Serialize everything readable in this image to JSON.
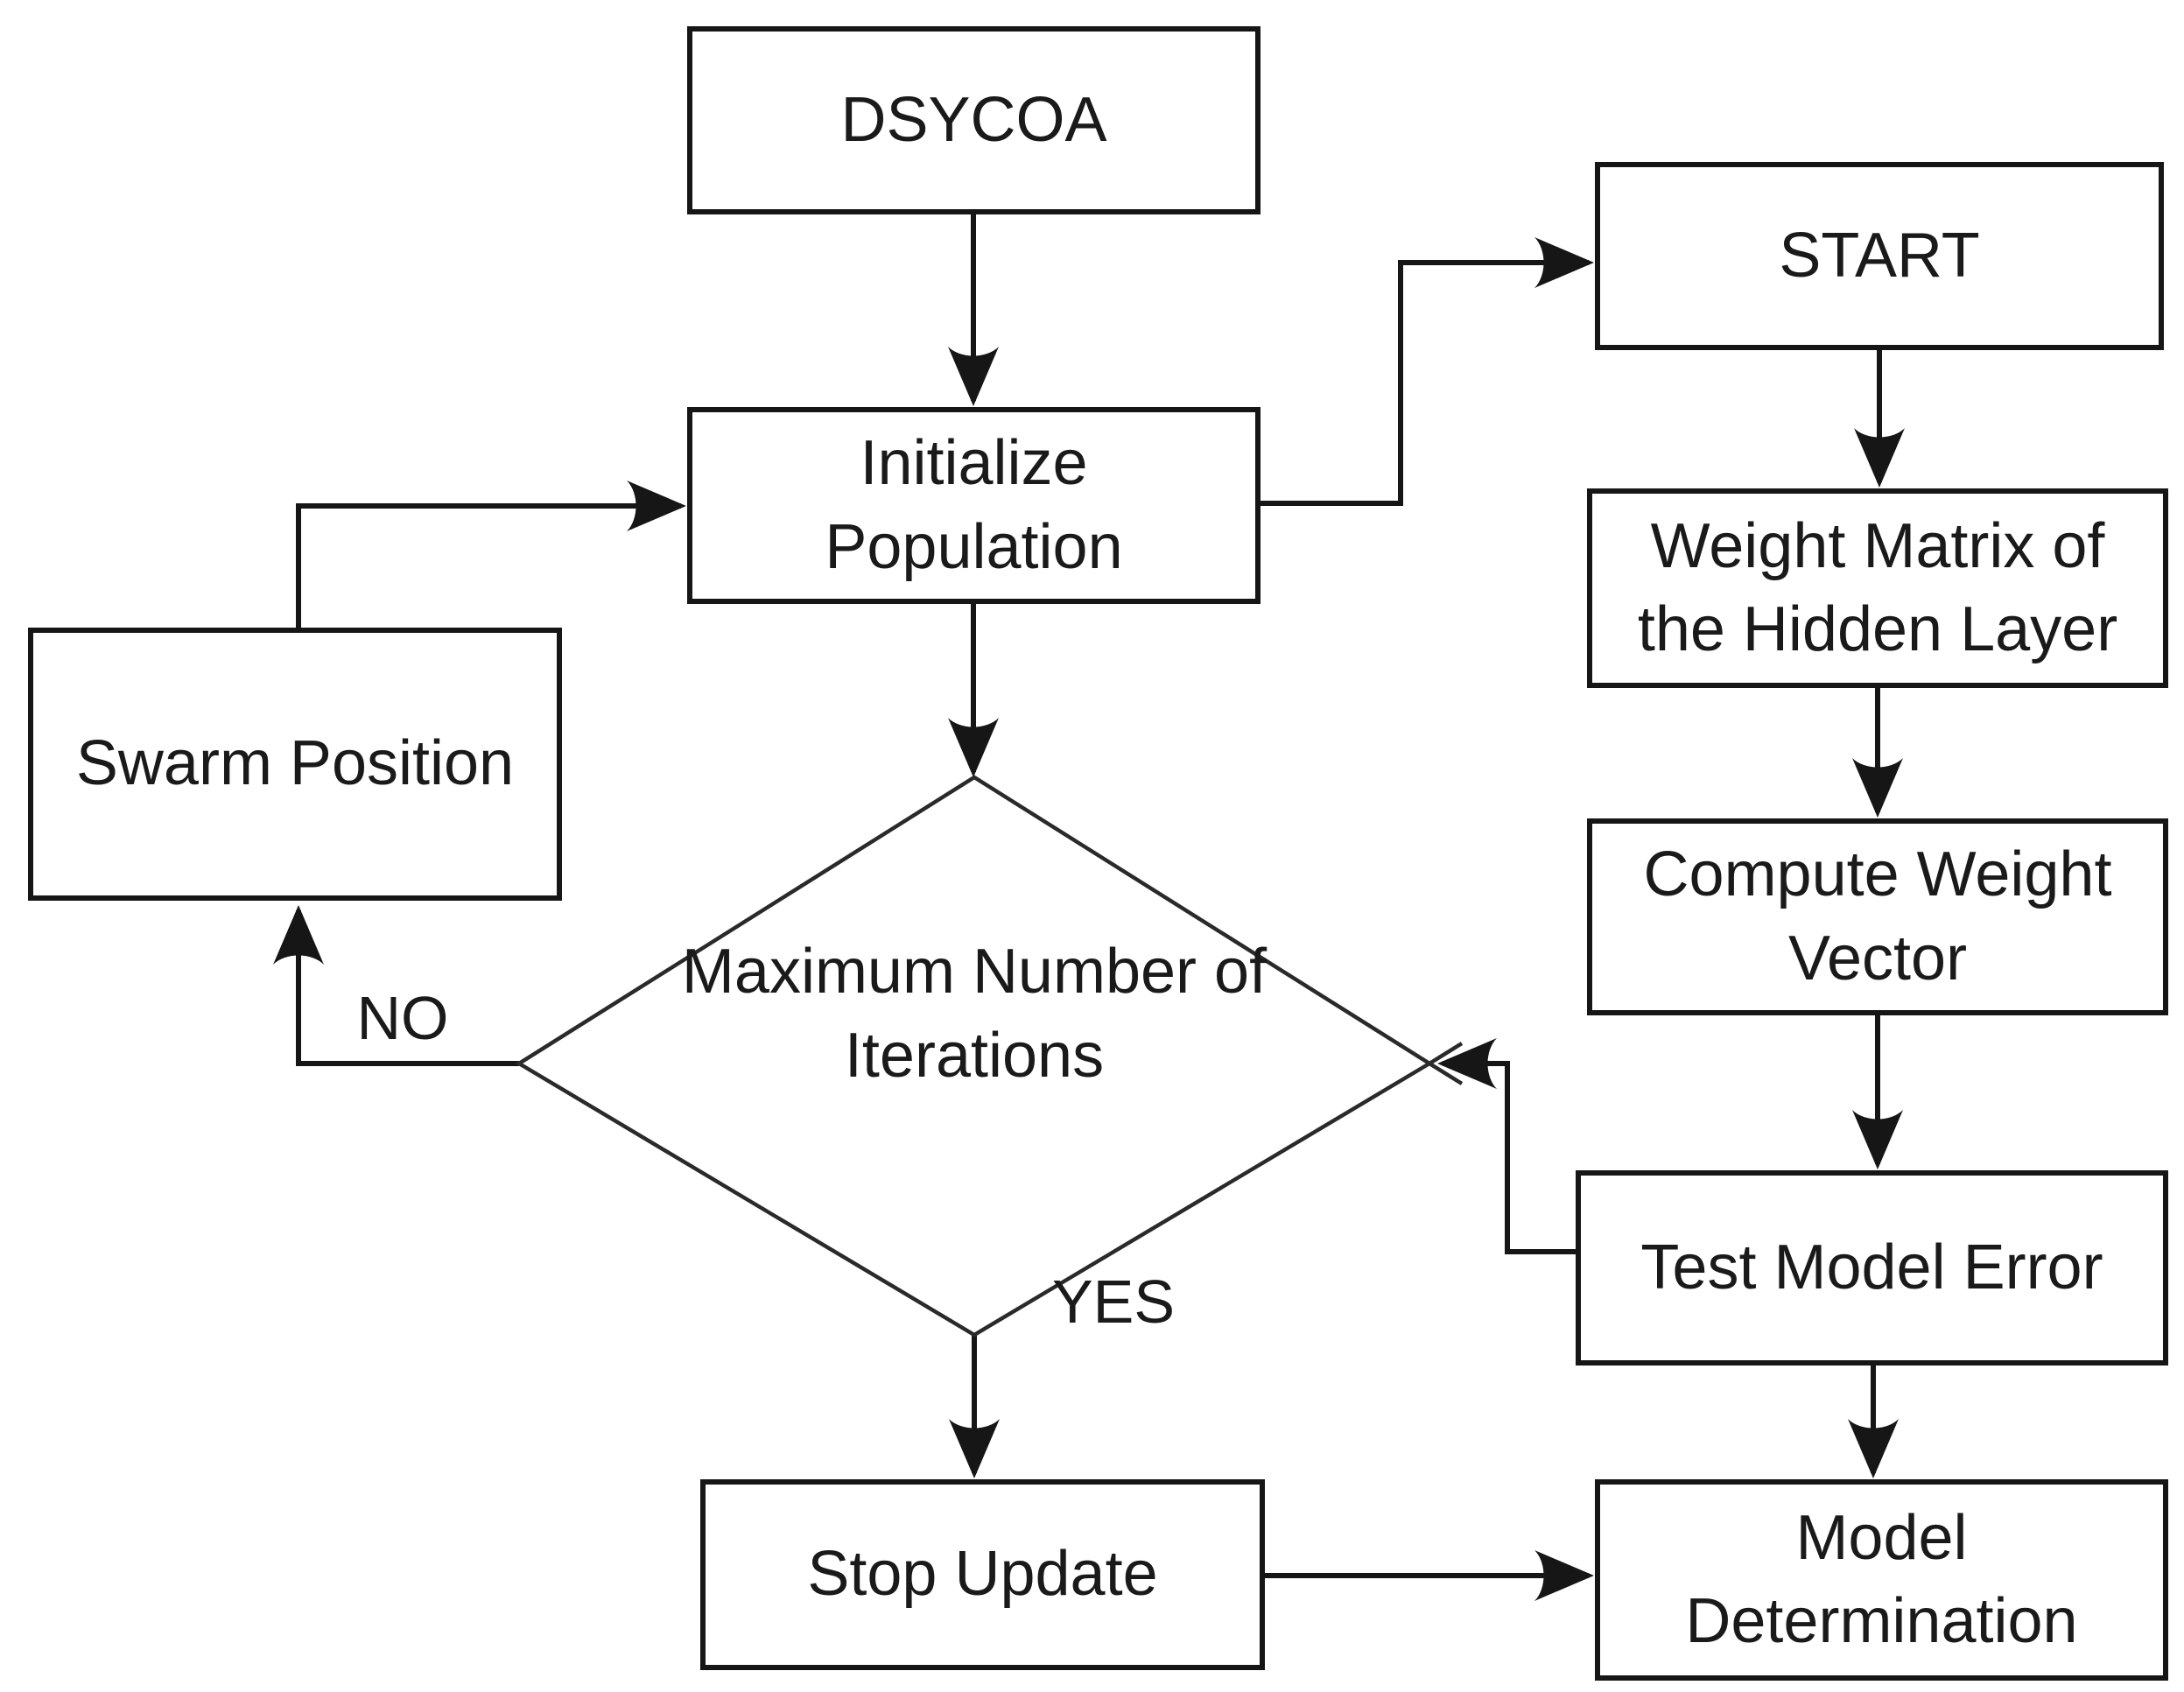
{
  "diagram": {
    "background": "#ffffff",
    "line_color": "#161616",
    "text_color": "#1a1a1a",
    "nodes": {
      "dsycoa": {
        "label": "DSYCOA",
        "shape": "rectangle"
      },
      "start": {
        "label": "START",
        "shape": "rectangle"
      },
      "initialize_population": {
        "label": "Initialize\nPopulation",
        "shape": "rectangle"
      },
      "weight_matrix": {
        "label": "Weight Matrix of\nthe Hidden Layer",
        "shape": "rectangle"
      },
      "swarm_position": {
        "label": "Swarm Position",
        "shape": "rectangle"
      },
      "compute_weight_vector": {
        "label": "Compute Weight\nVector",
        "shape": "rectangle"
      },
      "max_iterations": {
        "label": "Maximum Number of\nIterations",
        "shape": "diamond"
      },
      "test_model_error": {
        "label": "Test Model Error",
        "shape": "rectangle"
      },
      "stop_update": {
        "label": "Stop Update",
        "shape": "rectangle"
      },
      "model_determination": {
        "label": "Model\nDetermination",
        "shape": "rectangle"
      }
    },
    "edge_labels": {
      "no": "NO",
      "yes": "YES"
    },
    "edges": [
      {
        "from": "DSYCOA",
        "to": "Initialize Population",
        "label": ""
      },
      {
        "from": "Initialize Population",
        "to": "START",
        "label": ""
      },
      {
        "from": "START",
        "to": "Weight Matrix of the Hidden Layer",
        "label": ""
      },
      {
        "from": "Weight Matrix of the Hidden Layer",
        "to": "Compute Weight Vector",
        "label": ""
      },
      {
        "from": "Compute Weight Vector",
        "to": "Test Model Error",
        "label": ""
      },
      {
        "from": "Test Model Error",
        "to": "Model Determination",
        "label": ""
      },
      {
        "from": "Test Model Error",
        "to": "Maximum Number of Iterations",
        "label": ""
      },
      {
        "from": "Maximum Number of Iterations",
        "to": "Swarm Position",
        "label": "NO"
      },
      {
        "from": "Swarm Position",
        "to": "Initialize Population",
        "label": ""
      },
      {
        "from": "Initialize Population",
        "to": "Maximum Number of Iterations",
        "label": ""
      },
      {
        "from": "Maximum Number of Iterations",
        "to": "Stop Update",
        "label": "YES"
      },
      {
        "from": "Stop Update",
        "to": "Model Determination",
        "label": ""
      }
    ]
  }
}
